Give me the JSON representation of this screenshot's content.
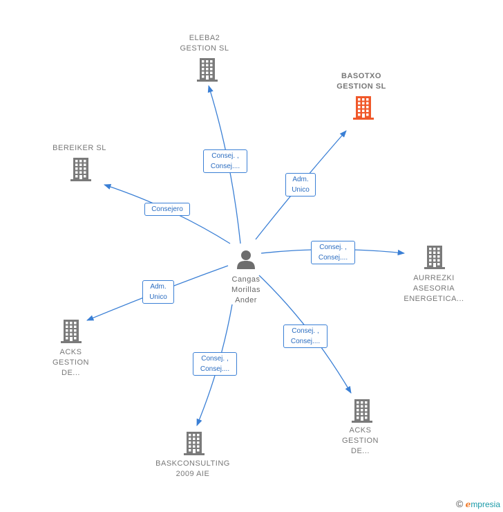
{
  "center": {
    "name_lines": [
      "Cangas",
      "Morillas",
      "Ander"
    ]
  },
  "nodes": [
    {
      "id": "eleba2",
      "lines": [
        "ELEBA2",
        "GESTION  SL"
      ],
      "highlight": false
    },
    {
      "id": "basotxo",
      "lines": [
        "BASOTXO",
        "GESTION  SL"
      ],
      "highlight": true
    },
    {
      "id": "bereiker",
      "lines": [
        "BEREIKER  SL"
      ],
      "highlight": false
    },
    {
      "id": "aurrezki",
      "lines": [
        "AURREZKI",
        "ASESORIA",
        "ENERGETICA..."
      ],
      "highlight": false
    },
    {
      "id": "acks1",
      "lines": [
        "ACKS",
        "GESTION",
        "DE..."
      ],
      "highlight": false
    },
    {
      "id": "acks2",
      "lines": [
        "ACKS",
        "GESTION",
        "DE..."
      ],
      "highlight": false
    },
    {
      "id": "baskconsulting",
      "lines": [
        "BASKCONSULTING",
        "2009 AIE"
      ],
      "highlight": false
    }
  ],
  "edges": [
    {
      "to": "eleba2",
      "lines": [
        "Consej. ,",
        "Consej...."
      ]
    },
    {
      "to": "basotxo",
      "lines": [
        "Adm.",
        "Unico"
      ]
    },
    {
      "to": "bereiker",
      "lines": [
        "Consejero"
      ]
    },
    {
      "to": "aurrezki",
      "lines": [
        "Consej. ,",
        "Consej...."
      ]
    },
    {
      "to": "acks1",
      "lines": [
        "Adm.",
        "Unico"
      ]
    },
    {
      "to": "acks2",
      "lines": [
        "Consej. ,",
        "Consej...."
      ]
    },
    {
      "to": "baskconsulting",
      "lines": [
        "Consej. ,",
        "Consej...."
      ]
    }
  ],
  "colors": {
    "edge": "#3a7fd5",
    "building": "#7a7a7a",
    "building_highlight": "#f0582a",
    "person": "#6d6d6d"
  },
  "footer": {
    "copyright": "©",
    "brand_initial": "e",
    "brand_rest": "mpresia"
  }
}
